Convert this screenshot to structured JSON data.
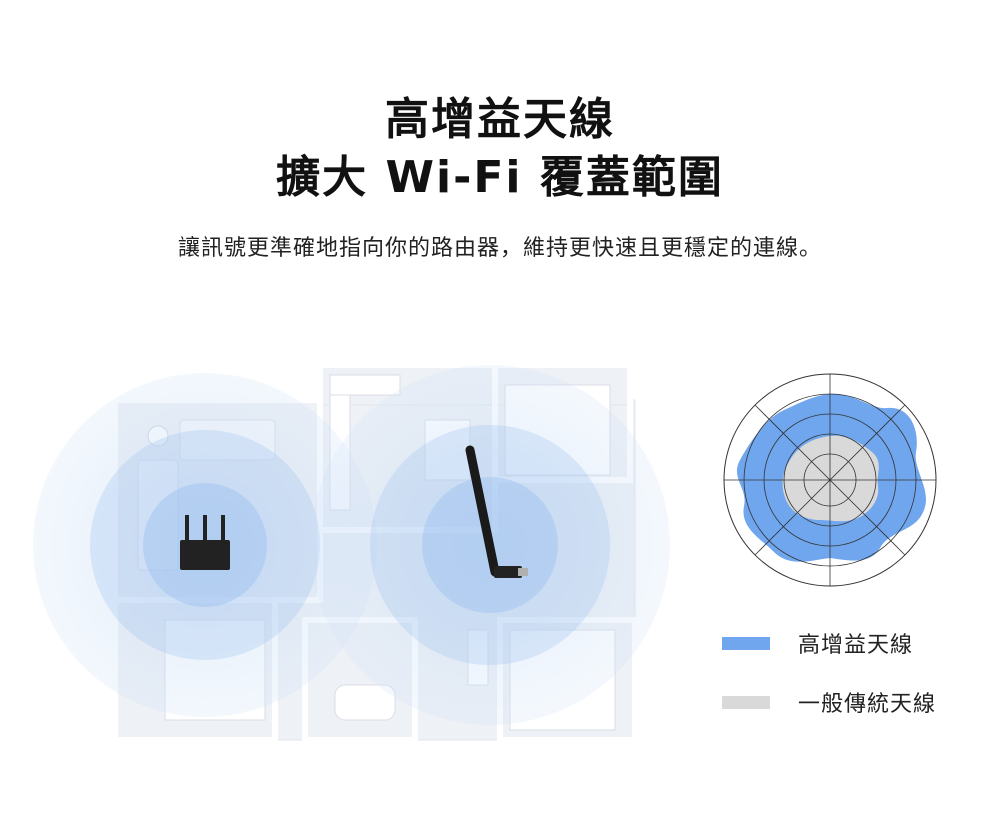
{
  "header": {
    "title_line1": "高增益天線",
    "title_line2": "擴大 Wi-Fi 覆蓋範圍",
    "subtitle": "讓訊號更準確地指向你的路由器，維持更快速且更穩定的連線。"
  },
  "legend": [
    {
      "label": "高增益天線",
      "color": "#6fa6ee"
    },
    {
      "label": "一般傳統天線",
      "color": "#d9d9d9"
    }
  ],
  "colors": {
    "signal": "#a9c9f2",
    "floor": "#eef1f5",
    "wall": "#ffffff"
  }
}
